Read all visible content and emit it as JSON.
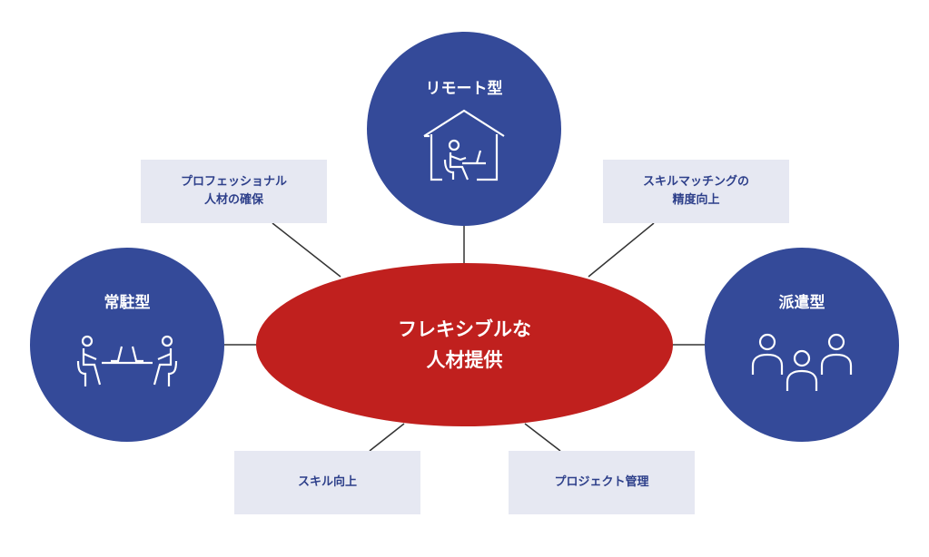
{
  "center": {
    "label": "フレキシブルな\n人材提供"
  },
  "types": [
    {
      "label": "リモート型",
      "icon": "home-office-icon"
    },
    {
      "label": "常駐型",
      "icon": "meeting-icon"
    },
    {
      "label": "派遣型",
      "icon": "people-group-icon"
    }
  ],
  "benefits": [
    {
      "label": "プロフェッショナル\n人材の確保"
    },
    {
      "label": "スキルマッチングの\n精度向上"
    },
    {
      "label": "スキル向上"
    },
    {
      "label": "プロジェクト管理"
    }
  ],
  "colors": {
    "blue": "#344a99",
    "red": "#c0201e",
    "box": "#e6e8f2",
    "text": "#2d3f8a"
  }
}
